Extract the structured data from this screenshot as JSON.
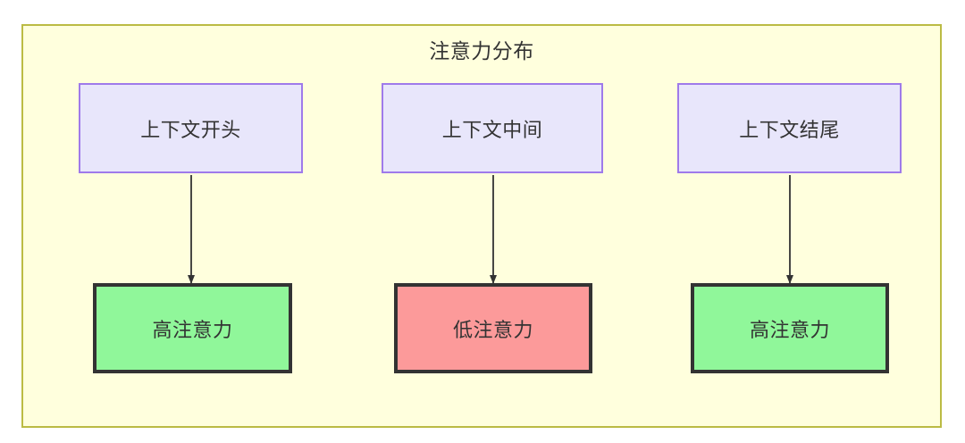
{
  "diagram": {
    "title": "注意力分布",
    "background": "#ffffff",
    "subgraph": {
      "label": "注意力分布",
      "fill": "#ffffdd",
      "stroke": "#bbbb44"
    },
    "palette": {
      "context_fill": "#e8e6fb",
      "context_stroke": "#9f7aea",
      "high_fill": "#90f79a",
      "low_fill": "#fc9a9a",
      "node_stroke": "#333333",
      "edge_stroke": "#333333"
    },
    "context_nodes": [
      {
        "id": "context-start",
        "label": "上下文开头"
      },
      {
        "id": "context-middle",
        "label": "上下文中间"
      },
      {
        "id": "context-end",
        "label": "上下文结尾"
      }
    ],
    "attention_nodes": [
      {
        "id": "attention-high-start",
        "label": "高注意力",
        "level": "high"
      },
      {
        "id": "attention-low-middle",
        "label": "低注意力",
        "level": "low"
      },
      {
        "id": "attention-high-end",
        "label": "高注意力",
        "level": "high"
      }
    ],
    "edges": [
      {
        "from": "context-start",
        "to": "attention-high-start",
        "style": "solid-arrow"
      },
      {
        "from": "context-middle",
        "to": "attention-low-middle",
        "style": "solid-arrow"
      },
      {
        "from": "context-end",
        "to": "attention-high-end",
        "style": "solid-arrow"
      }
    ]
  }
}
